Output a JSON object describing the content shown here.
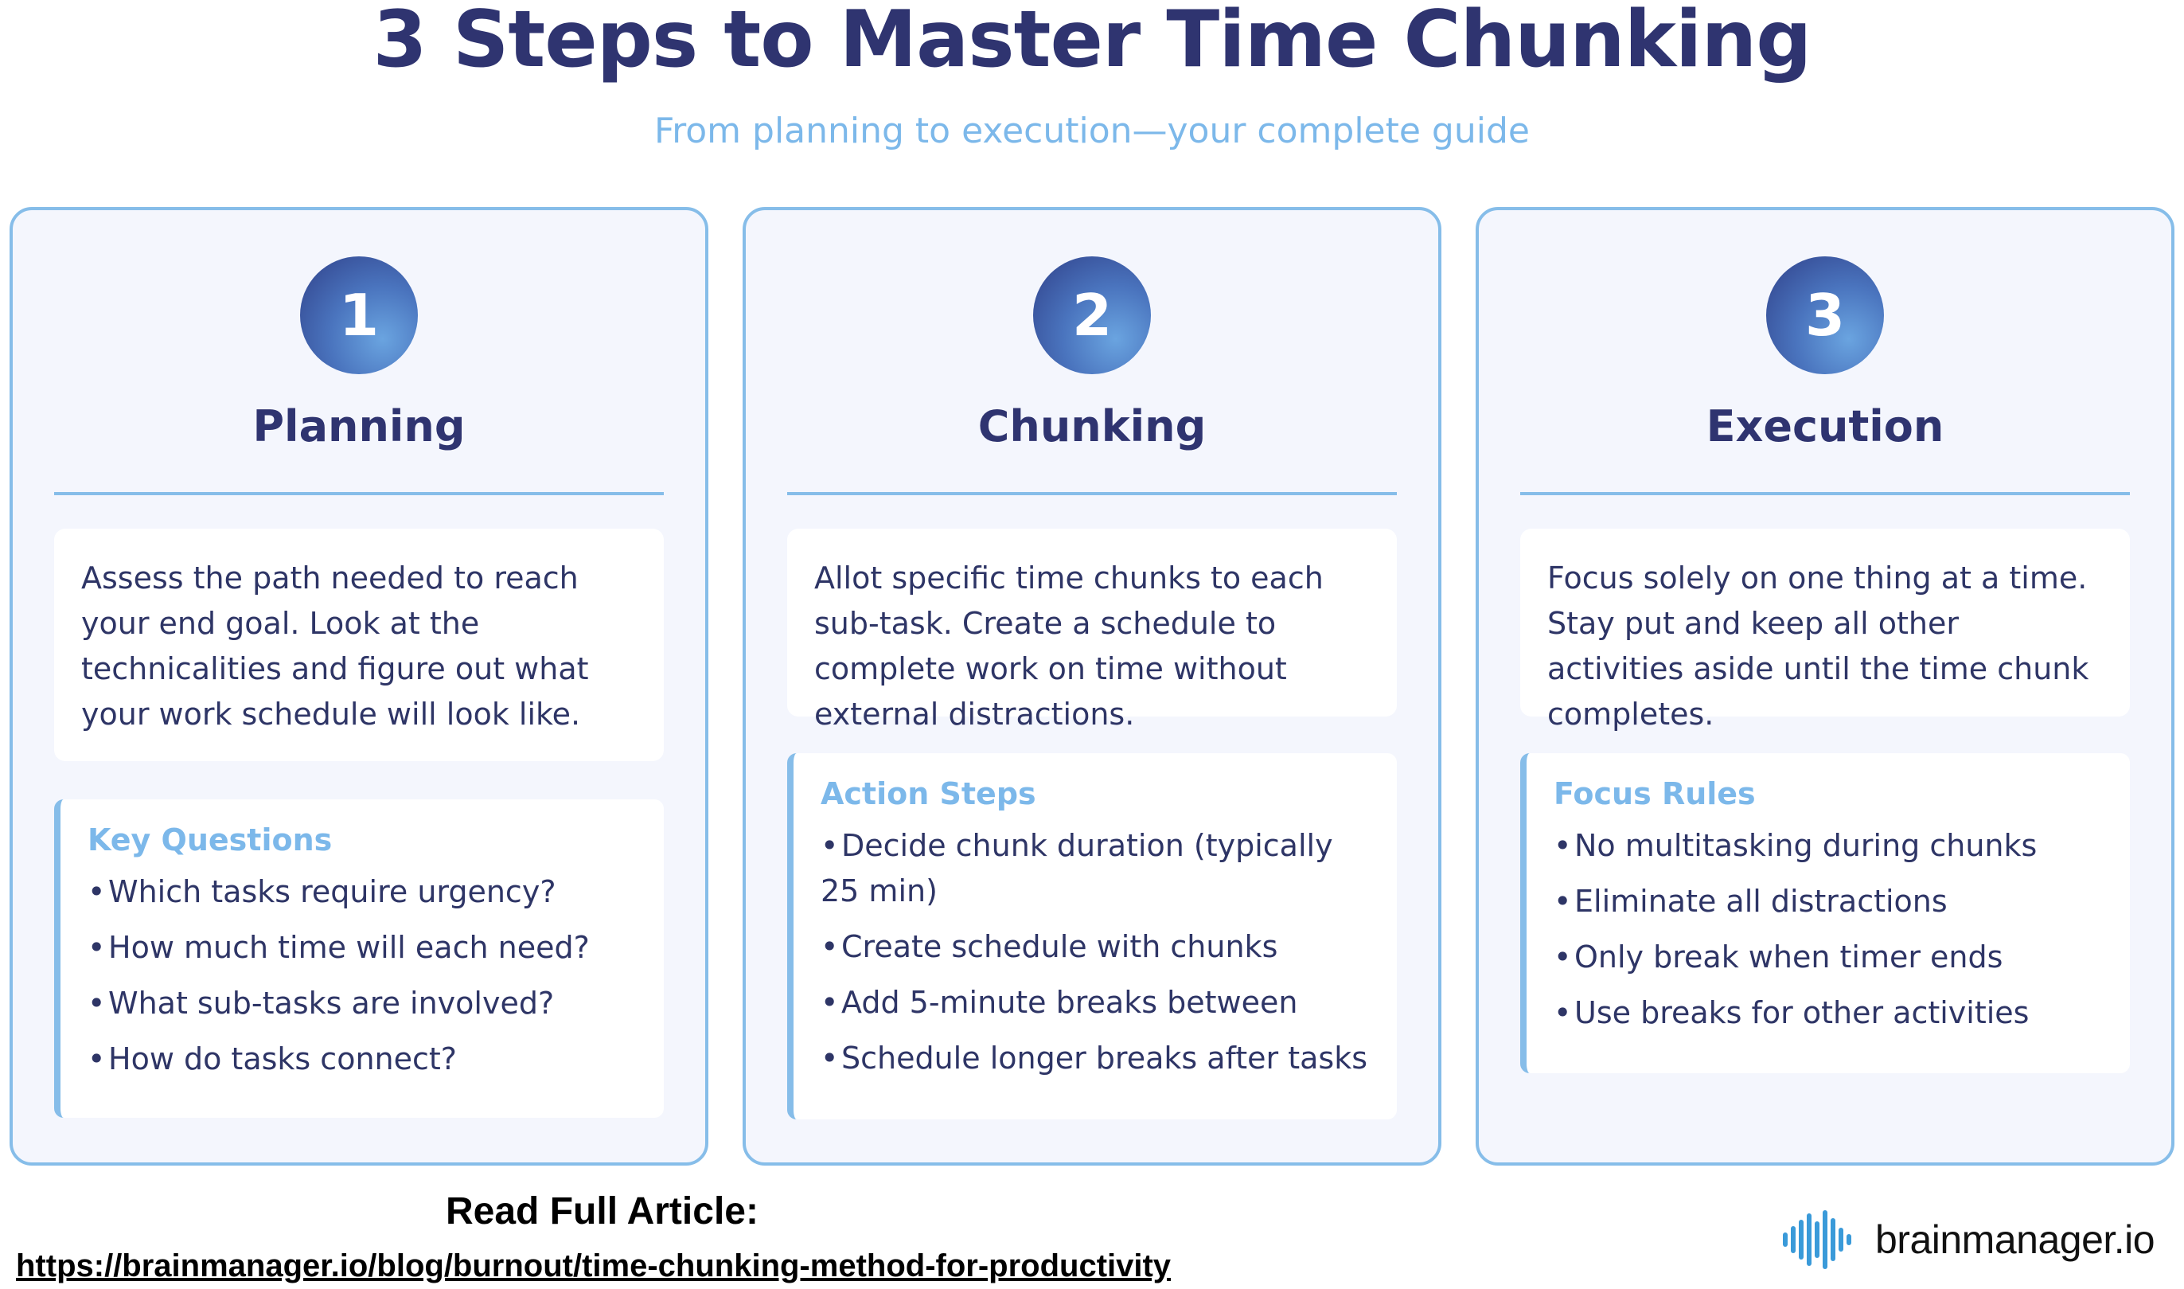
{
  "header": {
    "title": "3 Steps to Master Time Chunking",
    "subtitle": "From planning to execution—your complete guide"
  },
  "steps": [
    {
      "number": "1",
      "title": "Planning",
      "description": "Assess the path needed to reach your end goal. Look at the technicalities and figure out what your work schedule will look like.",
      "box_title": "Key Questions",
      "items": [
        "Which tasks require urgency?",
        "How much time will each need?",
        "What sub-tasks are involved?",
        "How do tasks connect?"
      ]
    },
    {
      "number": "2",
      "title": "Chunking",
      "description": "Allot specific time chunks to each sub-task. Create a schedule to complete work on time without external distractions.",
      "box_title": "Action Steps",
      "items": [
        "Decide chunk duration (typically 25 min)",
        "Create schedule with chunks",
        "Add 5-minute breaks between",
        "Schedule longer breaks after tasks"
      ]
    },
    {
      "number": "3",
      "title": "Execution",
      "description": "Focus solely on one thing at a time. Stay put and keep all other activities aside until the time chunk completes.",
      "box_title": "Focus Rules",
      "items": [
        "No multitasking during chunks",
        "Eliminate all distractions",
        "Only break when timer ends",
        "Use breaks for other activities"
      ]
    }
  ],
  "footer": {
    "read_label": "Read Full Article:",
    "url": "https://brainmanager.io/blog/burnout/time-chunking-method-for-productivity",
    "brand": "brainmanager.io",
    "logo_icon": "soundwave-logo-icon"
  },
  "colors": {
    "navy": "#2f3470",
    "accent_blue": "#86bde9",
    "light_blue_text": "#7cb8ea",
    "card_bg": "#f4f6fd"
  }
}
